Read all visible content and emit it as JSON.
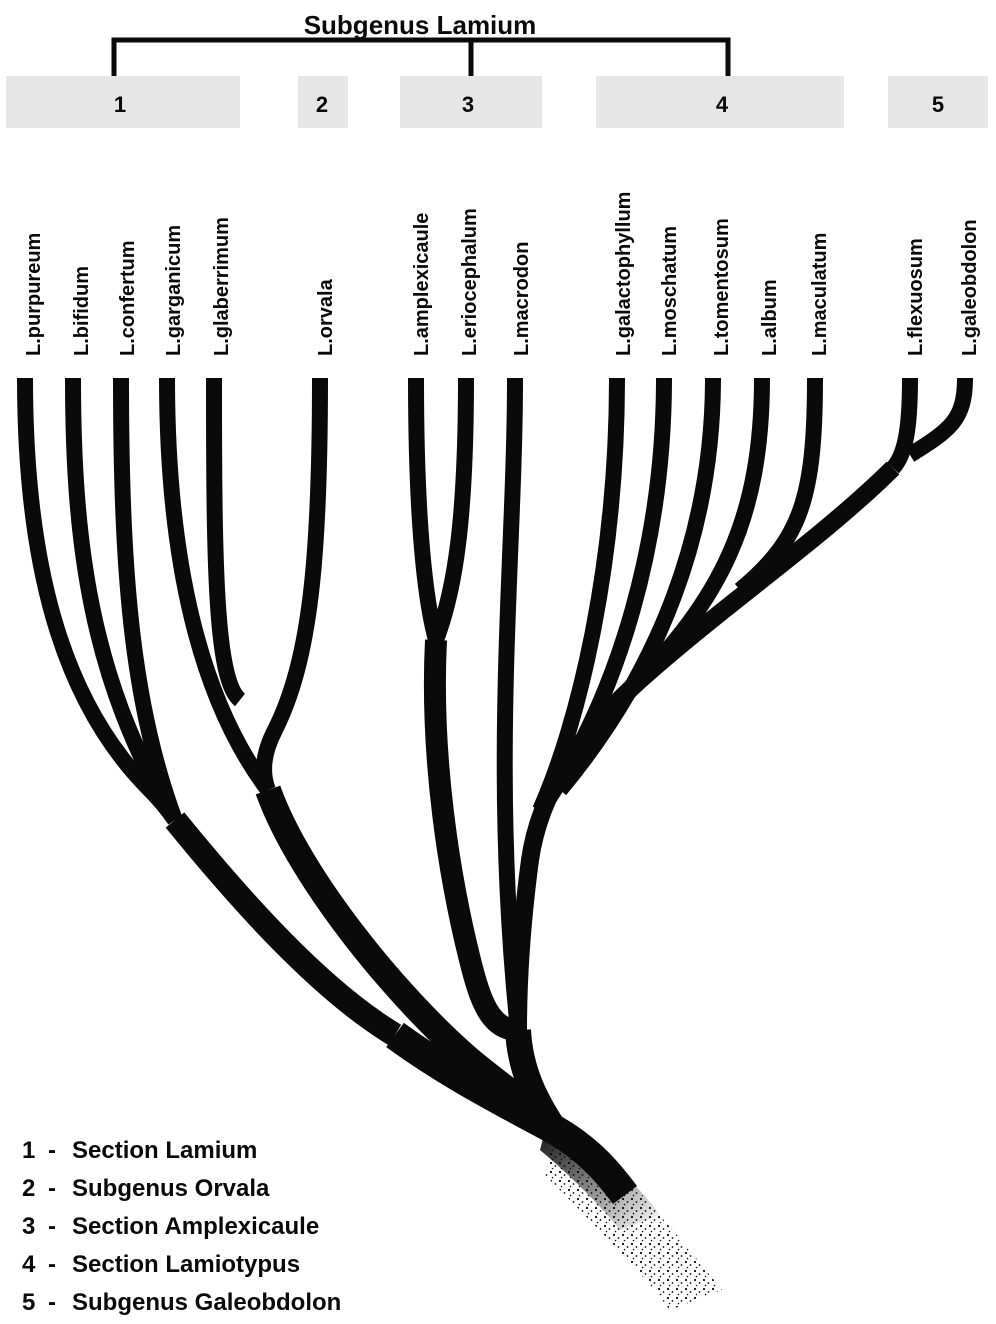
{
  "title": "Subgenus Lamium",
  "colors": {
    "ink": "#0a0a0a",
    "group_box": "#e6e6e6",
    "background": "#ffffff"
  },
  "groups": [
    {
      "number": "1"
    },
    {
      "number": "2"
    },
    {
      "number": "3"
    },
    {
      "number": "4"
    },
    {
      "number": "5"
    }
  ],
  "species": [
    "L.purpureum",
    "L.bifidum",
    "L.confertum",
    "L.garganicum",
    "L.glaberrimum",
    "L.orvala",
    "L.amplexicaule",
    "L.eriocephalum",
    "L.macrodon",
    "L.galactophyllum",
    "L.moschatum",
    "L.tomentosum",
    "L.album",
    "L.maculatum",
    "L.flexuosum",
    "L.galeobdolon"
  ],
  "legend": [
    {
      "number": "1",
      "text": "Section Lamium"
    },
    {
      "number": "2",
      "text": "Subgenus Orvala"
    },
    {
      "number": "3",
      "text": "Section Amplexicaule"
    },
    {
      "number": "4",
      "text": "Section Lamiotypus"
    },
    {
      "number": "5",
      "text": "Subgenus Galeobdolon"
    }
  ]
}
